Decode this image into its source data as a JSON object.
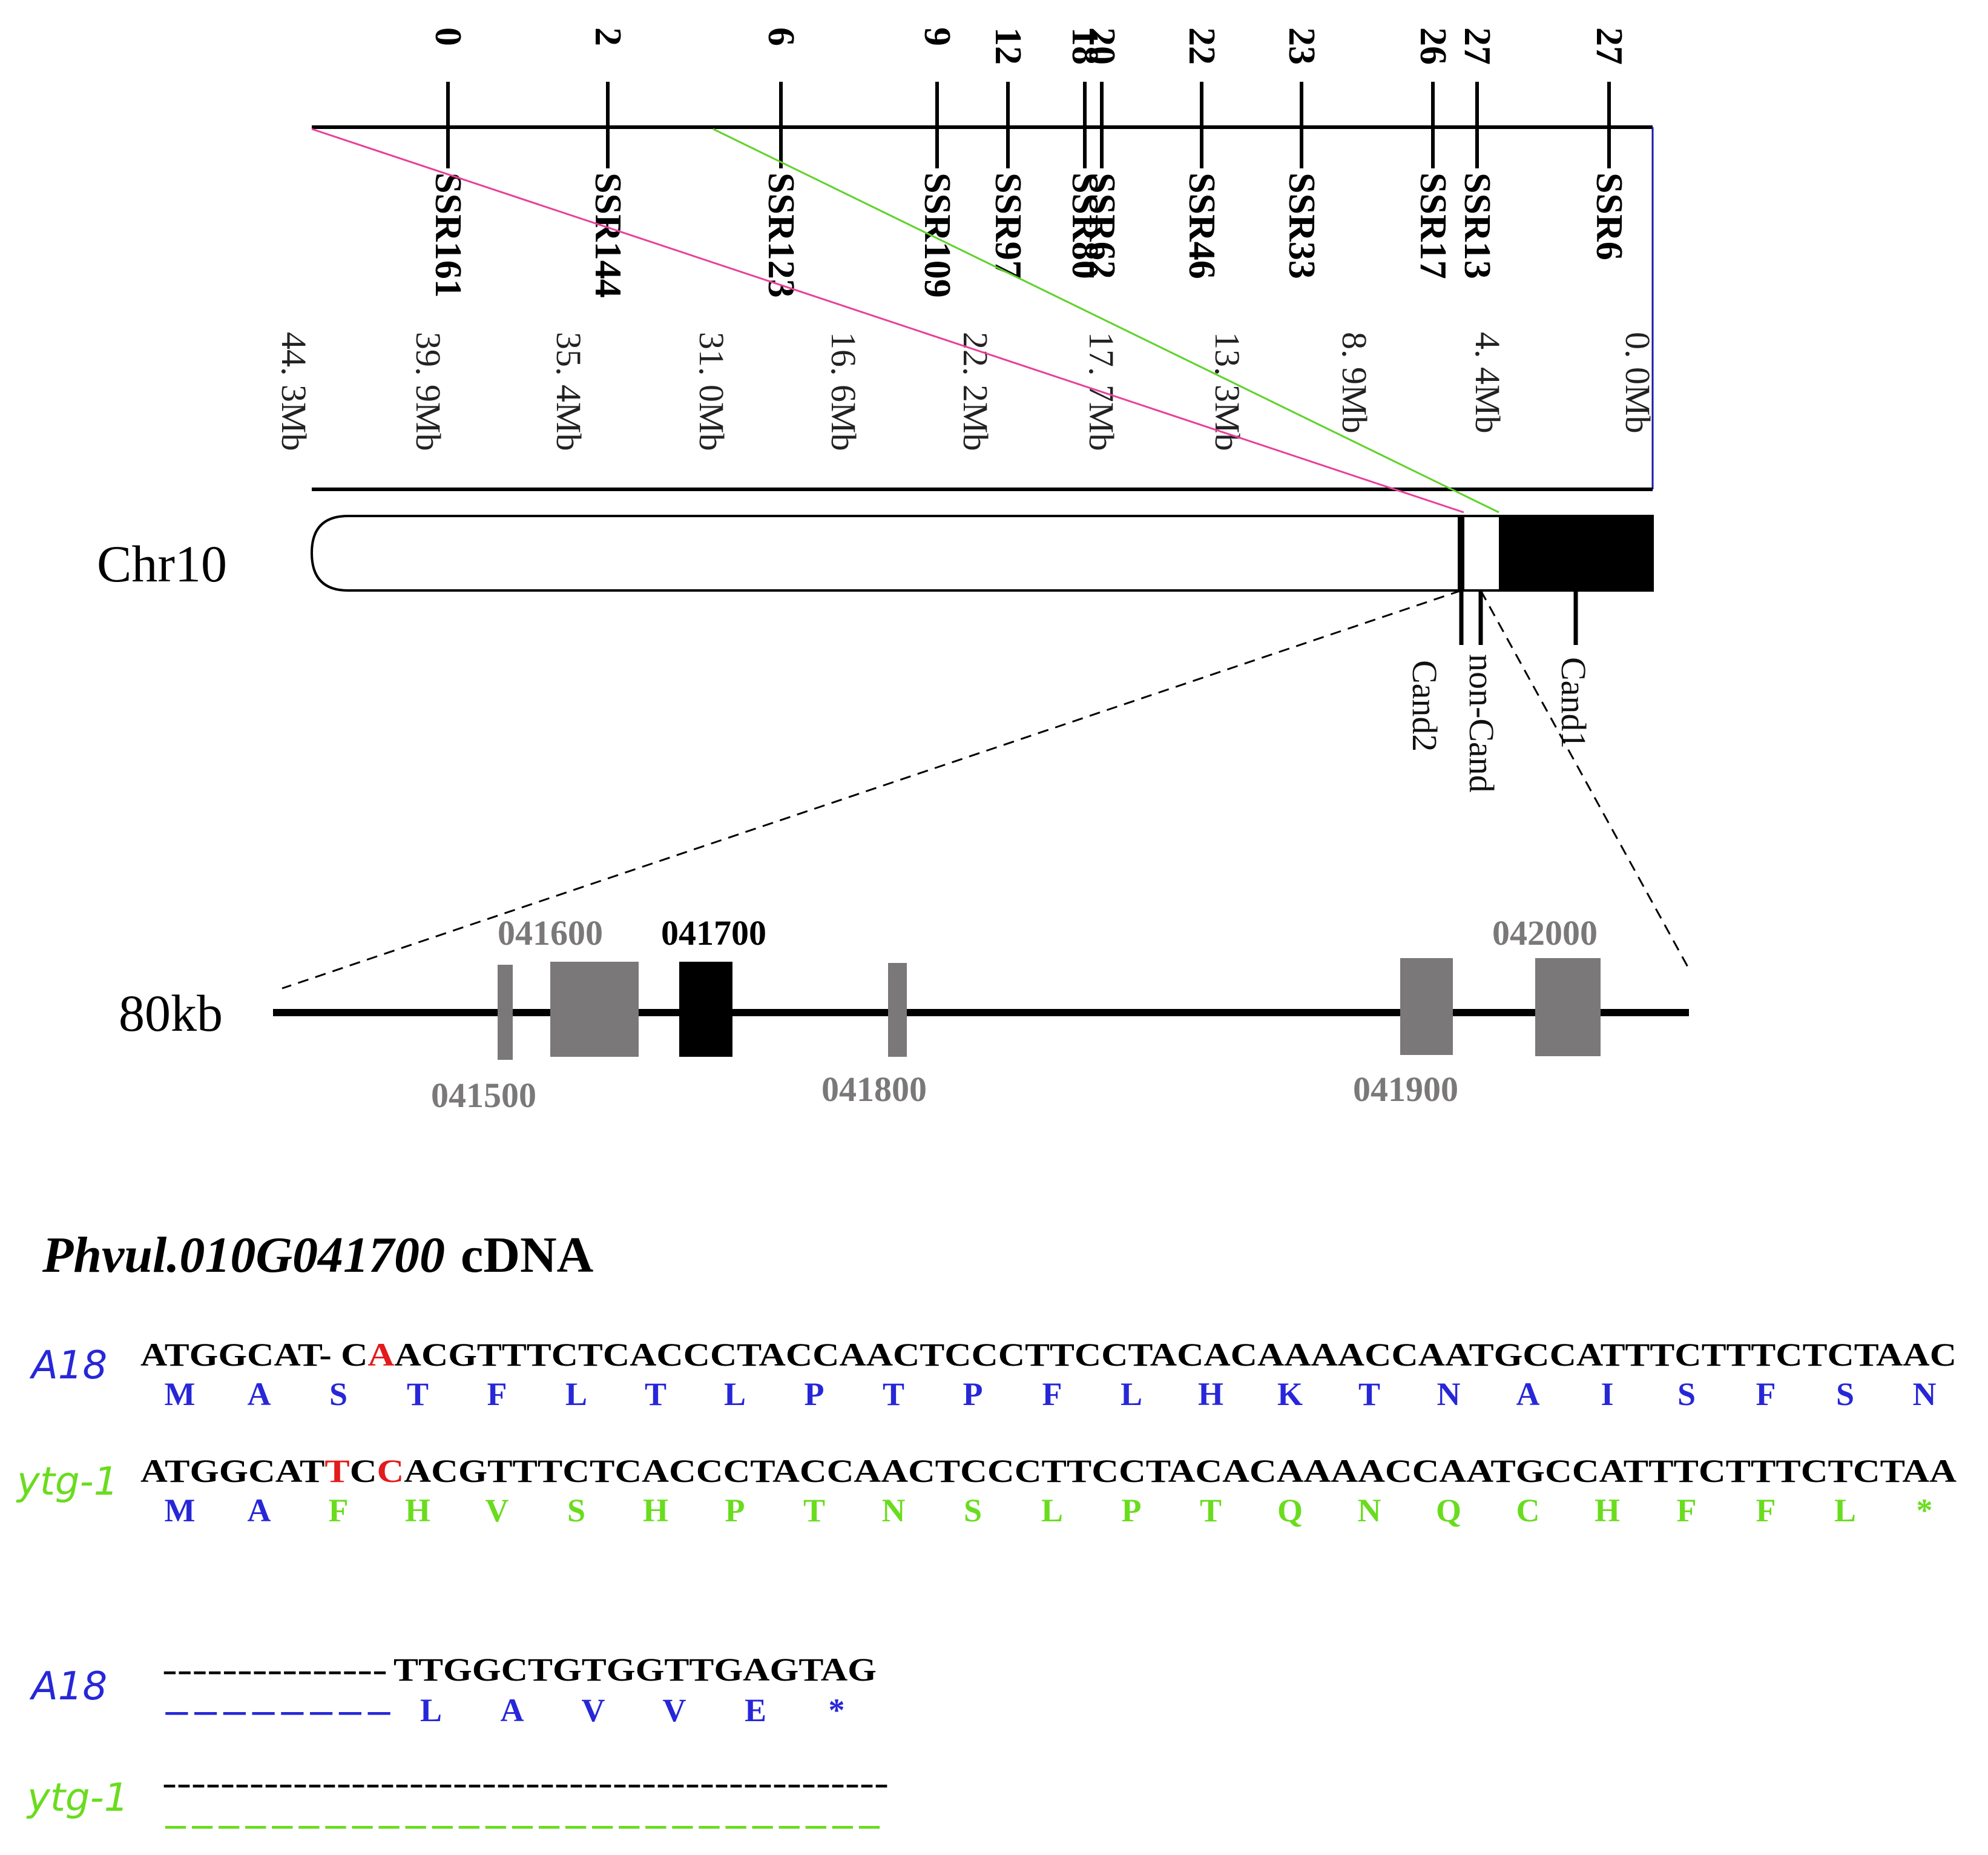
{
  "colors": {
    "black": "#000000",
    "gray_gene": "#7a7878",
    "pink_line": "#e8409a",
    "green_line": "#5fd22a",
    "blue_seq": "#2727d8",
    "green_seq": "#6adc1e",
    "mutation_red": "#e21b1b",
    "navy_edge": "#1a1aa0"
  },
  "genetic_map": {
    "markers": [
      {
        "name": "SSR161",
        "cm": "0"
      },
      {
        "name": "SSR144",
        "cm": "2"
      },
      {
        "name": "SSR123",
        "cm": "6"
      },
      {
        "name": "SSR109",
        "cm": "9"
      },
      {
        "name": "SSR97",
        "cm": "12"
      },
      {
        "name": "SSR80",
        "cm": "18"
      },
      {
        "name": "SSR62",
        "cm": "20"
      },
      {
        "name": "SSR46",
        "cm": "22"
      },
      {
        "name": "SSR33",
        "cm": "23"
      },
      {
        "name": "SSR17",
        "cm": "26"
      },
      {
        "name": "SSR13",
        "cm": "27"
      },
      {
        "name": "SSR6",
        "cm": "27"
      }
    ]
  },
  "physical_scale": {
    "labels": [
      "44. 3Mb",
      "39. 9Mb",
      "35. 4Mb",
      "31. 0Mb",
      "16. 6Mb",
      "22. 2Mb",
      "17. 7Mb",
      "13. 3Mb",
      "8. 9Mb",
      "4. 4Mb",
      "0. 0Mb"
    ]
  },
  "chromosome": {
    "name": "Chr10",
    "candidates": [
      "Cand2",
      "non-Cand",
      "Cand1"
    ]
  },
  "region": {
    "size_label": "80kb",
    "genes": [
      {
        "id": "041500",
        "focus": false
      },
      {
        "id": "041600",
        "focus": false
      },
      {
        "id": "041700",
        "focus": true
      },
      {
        "id": "041800",
        "focus": false
      },
      {
        "id": "041900",
        "focus": false
      },
      {
        "id": "042000",
        "focus": false
      }
    ]
  },
  "cdna": {
    "title_gene": "Phvul.010G041700",
    "title_suffix": "cDNA",
    "block1": {
      "a18_label": "A18",
      "a18_seq_parts": [
        "ATGGCAT- C",
        "A",
        "ACGTTTCTCACCCTACCAACTCCCTTCCTACACAAAACCAATGCCATTTCTTTCTCTAAC"
      ],
      "a18_aa": [
        "M",
        "A",
        "S",
        "T",
        "F",
        "L",
        "T",
        "L",
        "P",
        "T",
        "P",
        "F",
        "L",
        "H",
        "K",
        "T",
        "N",
        "A",
        "I",
        "S",
        "F",
        "S",
        "N"
      ],
      "ytg_label": "ytg-1",
      "ytg_seq_parts": [
        "ATGGCAT",
        "T",
        "C",
        "C",
        "ACGTTTCTCACCCTACCAACTCCCTTCCTACACAAAACCAATGCCATTTCTTTCTCTAA"
      ],
      "ytg_aa": [
        "M",
        "A",
        "F",
        "H",
        "V",
        "S",
        "H",
        "P",
        "T",
        "N",
        "S",
        "L",
        "P",
        "T",
        "Q",
        "N",
        "Q",
        "C",
        "H",
        "F",
        "F",
        "L",
        "*"
      ]
    },
    "block2": {
      "a18_label": "A18",
      "a18_dashes": "---------------",
      "a18_seq": "TTGGCTGTGGTTGAGTAG",
      "a18_aa_dashes": "--------",
      "a18_aa": [
        "L",
        "A",
        "V",
        "V",
        "E",
        "*"
      ],
      "ytg_label": "ytg-1",
      "ytg_dashes": "--------------------------------------------------",
      "ytg_aa_dashes": "---------------------------"
    }
  }
}
